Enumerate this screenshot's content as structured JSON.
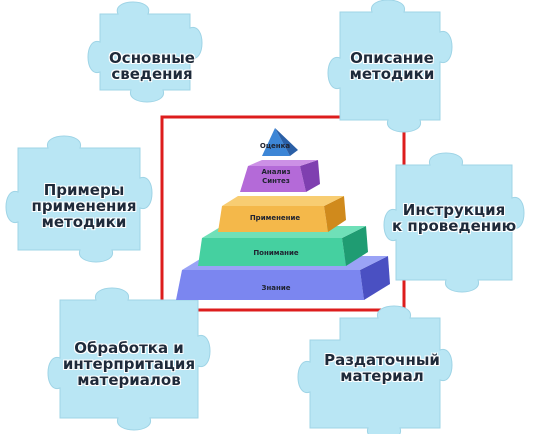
{
  "pieces": [
    {
      "id": "basic-info",
      "lines": [
        "Основные",
        "сведения"
      ]
    },
    {
      "id": "method-description",
      "lines": [
        "Описание",
        "методики"
      ]
    },
    {
      "id": "method-examples",
      "lines": [
        "Примеры",
        "применения",
        "методики"
      ]
    },
    {
      "id": "conduct-instructions",
      "lines": [
        "Инструкция",
        "к проведению"
      ]
    },
    {
      "id": "data-processing",
      "lines": [
        "Обработка и",
        "интерпритация",
        "материалов"
      ]
    },
    {
      "id": "handout-material",
      "lines": [
        "Раздаточный",
        "материал"
      ]
    }
  ],
  "pyramid": {
    "tiers": [
      {
        "id": "evaluation",
        "lines": [
          "Оценка"
        ],
        "color": "#3d86d6",
        "side": "#2a5fa6"
      },
      {
        "id": "analysis-synthesis",
        "lines": [
          "Анализ",
          "Синтез"
        ],
        "color": "#b46ad8",
        "side": "#7f3fb0"
      },
      {
        "id": "application",
        "lines": [
          "Применение"
        ],
        "color": "#f4b84a",
        "side": "#d08a1c"
      },
      {
        "id": "understanding",
        "lines": [
          "Понимание"
        ],
        "color": "#45d0a0",
        "side": "#1f9c72"
      },
      {
        "id": "knowledge",
        "lines": [
          "Знание"
        ],
        "color": "#7b86f0",
        "side": "#4a50c2"
      }
    ]
  },
  "colors": {
    "frame": "#dd1d1d",
    "puzzle": "#b9e6f4"
  }
}
